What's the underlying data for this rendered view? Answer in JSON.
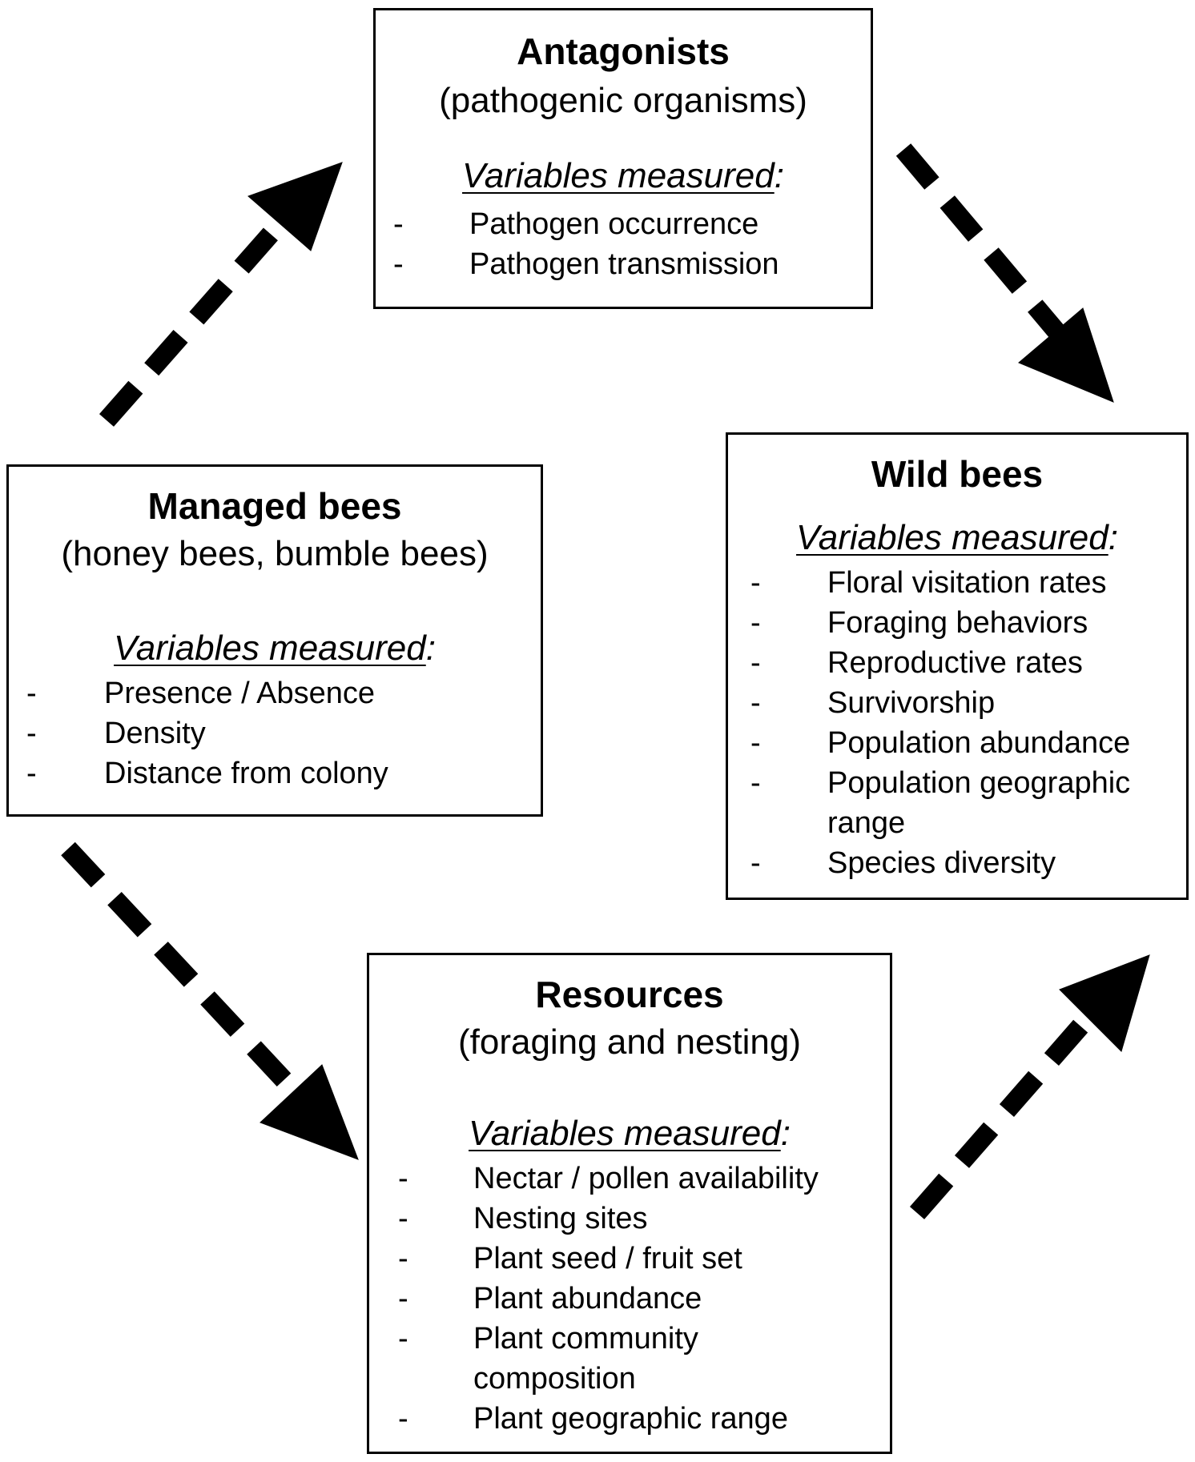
{
  "antagonists": {
    "title": "Antagonists",
    "subtitle": "(pathogenic organisms)",
    "variables_label": "Variables measured",
    "variables_colon": ":",
    "items": [
      "Pathogen occurrence",
      "Pathogen transmission"
    ]
  },
  "managed": {
    "title": "Managed bees",
    "subtitle": "(honey bees, bumble bees)",
    "variables_label": "Variables measured",
    "variables_colon": ":",
    "items": [
      "Presence / Absence",
      "Density",
      "Distance from colony"
    ]
  },
  "wild": {
    "title": "Wild bees",
    "variables_label": "Variables measured",
    "variables_colon": ":",
    "items": [
      "Floral visitation rates",
      "Foraging behaviors",
      "Reproductive rates",
      "Survivorship",
      "Population abundance",
      "Population geographic range",
      "Species diversity"
    ]
  },
  "resources": {
    "title": "Resources",
    "subtitle": "(foraging and nesting)",
    "variables_label": "Variables measured",
    "variables_colon": ":",
    "items": [
      "Nectar / pollen availability",
      "Nesting sites",
      "Plant seed / fruit set",
      "Plant abundance",
      "Plant community composition",
      "Plant geographic range"
    ]
  },
  "dash": "-"
}
